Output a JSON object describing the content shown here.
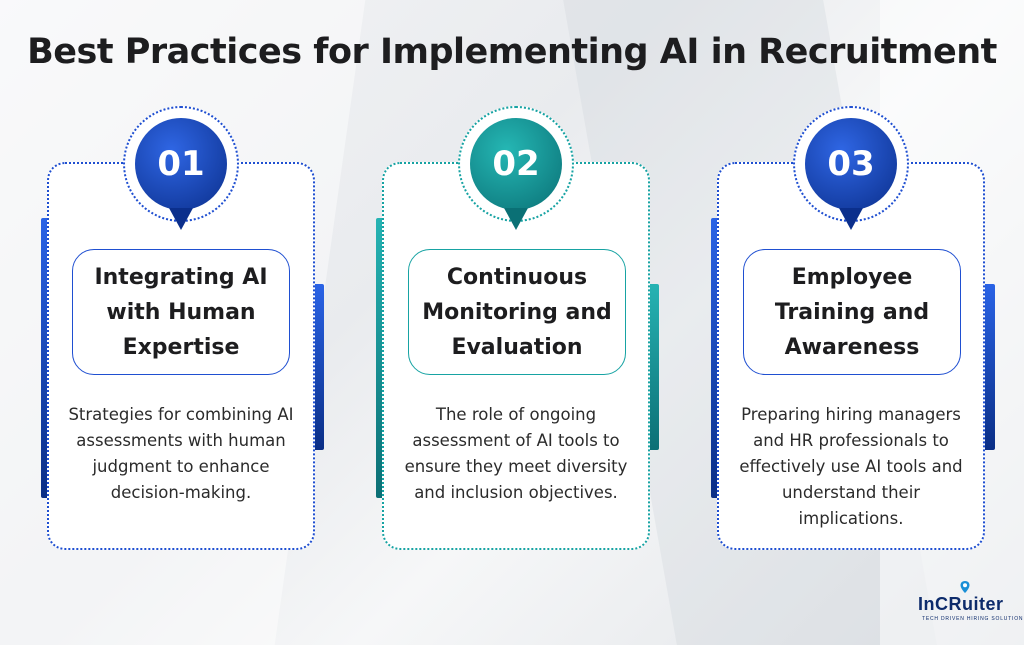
{
  "title": "Best Practices for Implementing AI in Recruitment",
  "colors": {
    "blue": "#1f4fd1",
    "navy": "#0b2f8c",
    "teal": "#17a3a3",
    "text": "#1d1d1f"
  },
  "cards": [
    {
      "number": "01",
      "heading": [
        "Integrating AI",
        "with Human",
        "Expertise"
      ],
      "description": "Strategies for combining AI assessments with human judgment to enhance decision-making.",
      "accent": "blue"
    },
    {
      "number": "02",
      "heading": [
        "Continuous",
        "Monitoring and",
        "Evaluation"
      ],
      "description": "The role of ongoing assessment of AI tools to ensure they meet diversity and inclusion objectives.",
      "accent": "teal"
    },
    {
      "number": "03",
      "heading": [
        "Employee",
        "Training and",
        "Awareness"
      ],
      "description": "Preparing hiring managers and HR professionals to effectively use AI tools and understand their implications.",
      "accent": "blue"
    }
  ],
  "logo": {
    "name": "InCRuiter",
    "tagline": "TECH DRIVEN HIRING SOLUTION",
    "icon": "location-pin-icon"
  }
}
